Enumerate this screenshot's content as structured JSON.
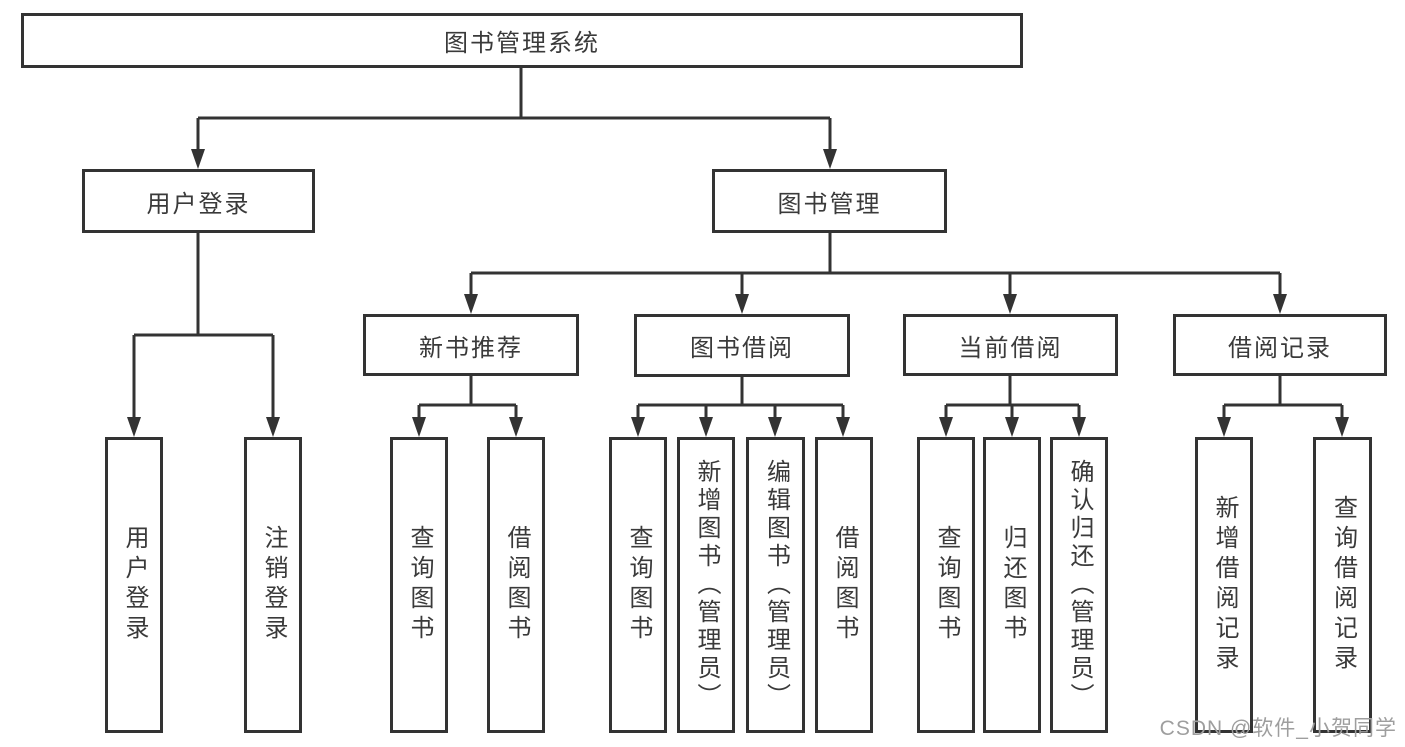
{
  "diagram": {
    "nodes": {
      "root": "图书管理系统",
      "l2": [
        "用户登录",
        "图书管理"
      ],
      "l3": [
        "新书推荐",
        "图书借阅",
        "当前借阅",
        "借阅记录"
      ],
      "leaves_login": [
        "用户登录",
        "注销登录"
      ],
      "leaves_recommend": [
        "查询图书",
        "借阅图书"
      ],
      "leaves_borrow": [
        "查询图书",
        "新增图书（管理员）",
        "编辑图书（管理员）",
        "借阅图书"
      ],
      "leaves_current": [
        "查询图书",
        "归还图书",
        "确认归还（管理员）"
      ],
      "leaves_records": [
        "新增借阅记录",
        "查询借阅记录"
      ]
    },
    "watermark": "CSDN @软件_小贺同学",
    "colors": {
      "line": "#333333",
      "text": "#3a3a3a",
      "box_bg": "#ffffff",
      "watermark": "#9e9e9e",
      "background": "#ffffff"
    }
  }
}
